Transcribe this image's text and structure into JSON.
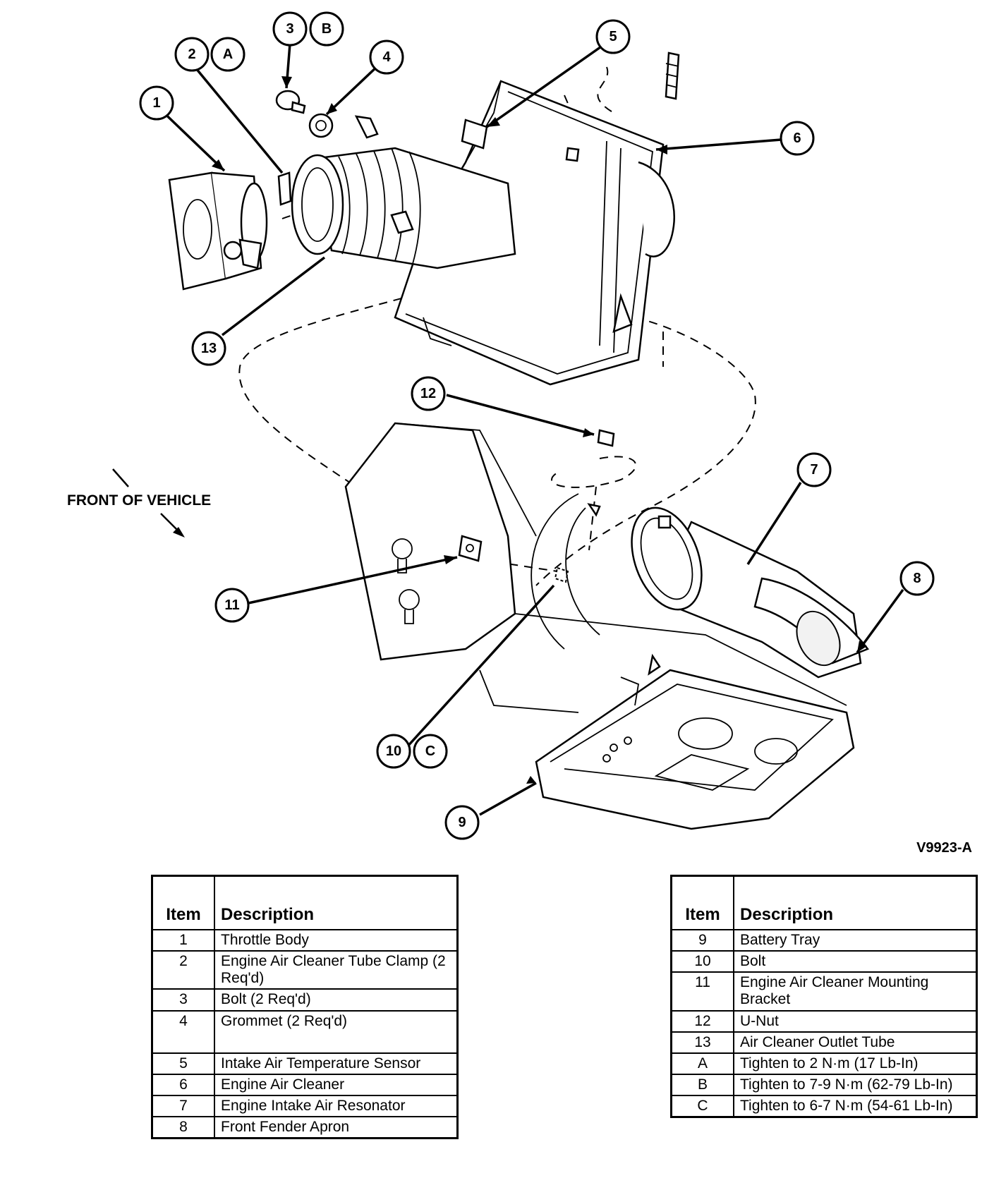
{
  "diagram": {
    "figure_id": "V9923-A",
    "front_label": "FRONT OF VEHICLE",
    "callouts": [
      {
        "id": "1",
        "label": "1"
      },
      {
        "id": "2",
        "label": "2"
      },
      {
        "id": "2A",
        "label": "A"
      },
      {
        "id": "3",
        "label": "3"
      },
      {
        "id": "3B",
        "label": "B"
      },
      {
        "id": "4",
        "label": "4"
      },
      {
        "id": "5",
        "label": "5"
      },
      {
        "id": "6",
        "label": "6"
      },
      {
        "id": "7",
        "label": "7"
      },
      {
        "id": "8",
        "label": "8"
      },
      {
        "id": "9",
        "label": "9"
      },
      {
        "id": "10",
        "label": "10"
      },
      {
        "id": "10C",
        "label": "C"
      },
      {
        "id": "11",
        "label": "11"
      },
      {
        "id": "12",
        "label": "12"
      },
      {
        "id": "13",
        "label": "13"
      }
    ]
  },
  "legend": {
    "header_item": "Item",
    "header_description": "Description",
    "left": [
      {
        "item": "1",
        "description": "Throttle Body"
      },
      {
        "item": "2",
        "description": "Engine Air Cleaner Tube Clamp  (2 Req'd)"
      },
      {
        "item": "3",
        "description": "Bolt (2 Req'd)"
      },
      {
        "item": "4",
        "description": "Grommet (2 Req'd)"
      },
      {
        "item": "5",
        "description": "Intake Air Temperature Sensor"
      },
      {
        "item": "6",
        "description": "Engine Air Cleaner"
      },
      {
        "item": "7",
        "description": "Engine Intake Air Resonator"
      },
      {
        "item": "8",
        "description": "Front Fender Apron"
      }
    ],
    "right": [
      {
        "item": "9",
        "description": "Battery Tray"
      },
      {
        "item": "10",
        "description": "Bolt"
      },
      {
        "item": "11",
        "description": "Engine Air Cleaner Mounting Bracket"
      },
      {
        "item": "12",
        "description": "U-Nut"
      },
      {
        "item": "13",
        "description": "Air Cleaner Outlet Tube"
      },
      {
        "item": "A",
        "description": "Tighten to 2 N·m (17 Lb-In)"
      },
      {
        "item": "B",
        "description": "Tighten to 7-9 N·m (62-79 Lb-In)"
      },
      {
        "item": "C",
        "description": "Tighten to 6-7 N·m (54-61 Lb-In)"
      }
    ]
  }
}
